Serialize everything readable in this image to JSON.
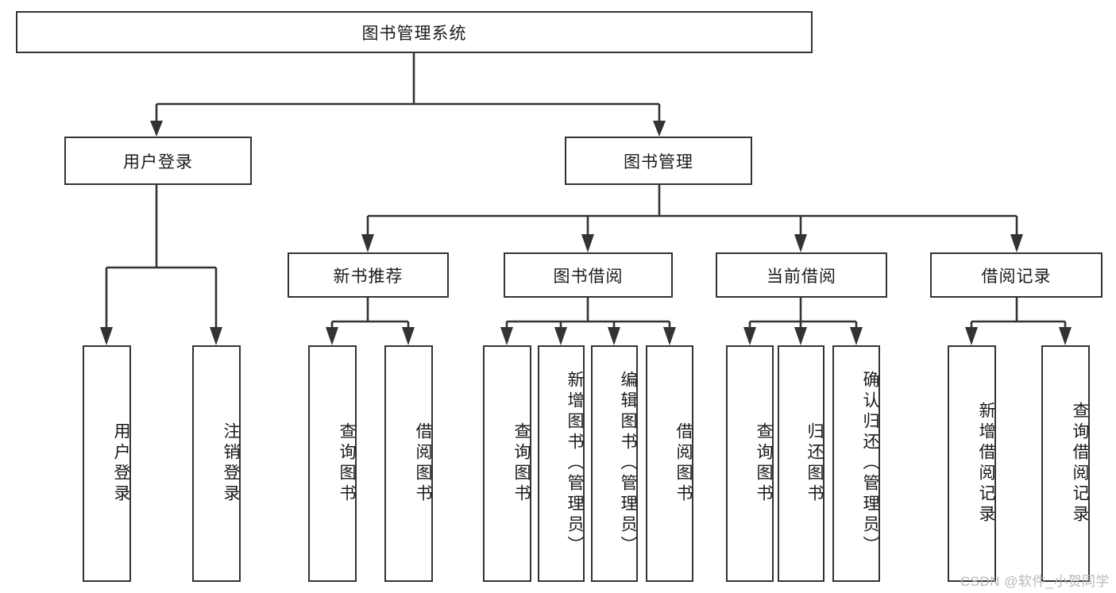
{
  "diagram": {
    "type": "hierarchy-tree",
    "title": "图书管理系统",
    "watermark": "CSDN @软件_小贺同学",
    "colors": {
      "stroke": "#333333",
      "fill": "#ffffff",
      "text": "#1a1a1a",
      "watermark": "#b9b9b9"
    },
    "nodes": {
      "root": {
        "label": "图书管理系统"
      },
      "level2": [
        {
          "id": "user-login",
          "label": "用户登录"
        },
        {
          "id": "book-manage",
          "label": "图书管理"
        }
      ],
      "level3": [
        {
          "id": "new-book-recommend",
          "label": "新书推荐"
        },
        {
          "id": "book-borrow",
          "label": "图书借阅"
        },
        {
          "id": "current-borrow",
          "label": "当前借阅"
        },
        {
          "id": "borrow-record",
          "label": "借阅记录"
        }
      ],
      "leaves": {
        "user-login": [
          {
            "id": "leaf-user-login",
            "label": "用户登录"
          },
          {
            "id": "leaf-logout",
            "label": "注销登录"
          }
        ],
        "new-book-recommend": [
          {
            "id": "leaf-query-book-1",
            "label": "查询图书"
          },
          {
            "id": "leaf-borrow-book-1",
            "label": "借阅图书"
          }
        ],
        "book-borrow": [
          {
            "id": "leaf-query-book-2",
            "label": "查询图书"
          },
          {
            "id": "leaf-add-book",
            "label": "新增图书（管理员）"
          },
          {
            "id": "leaf-edit-book",
            "label": "编辑图书（管理员）"
          },
          {
            "id": "leaf-borrow-book-2",
            "label": "借阅图书"
          }
        ],
        "current-borrow": [
          {
            "id": "leaf-query-book-3",
            "label": "查询图书"
          },
          {
            "id": "leaf-return-book",
            "label": "归还图书"
          },
          {
            "id": "leaf-confirm-return",
            "label": "确认归还（管理员）"
          }
        ],
        "borrow-record": [
          {
            "id": "leaf-add-record",
            "label": "新增借阅记录"
          },
          {
            "id": "leaf-query-record",
            "label": "查询借阅记录"
          }
        ]
      }
    }
  }
}
